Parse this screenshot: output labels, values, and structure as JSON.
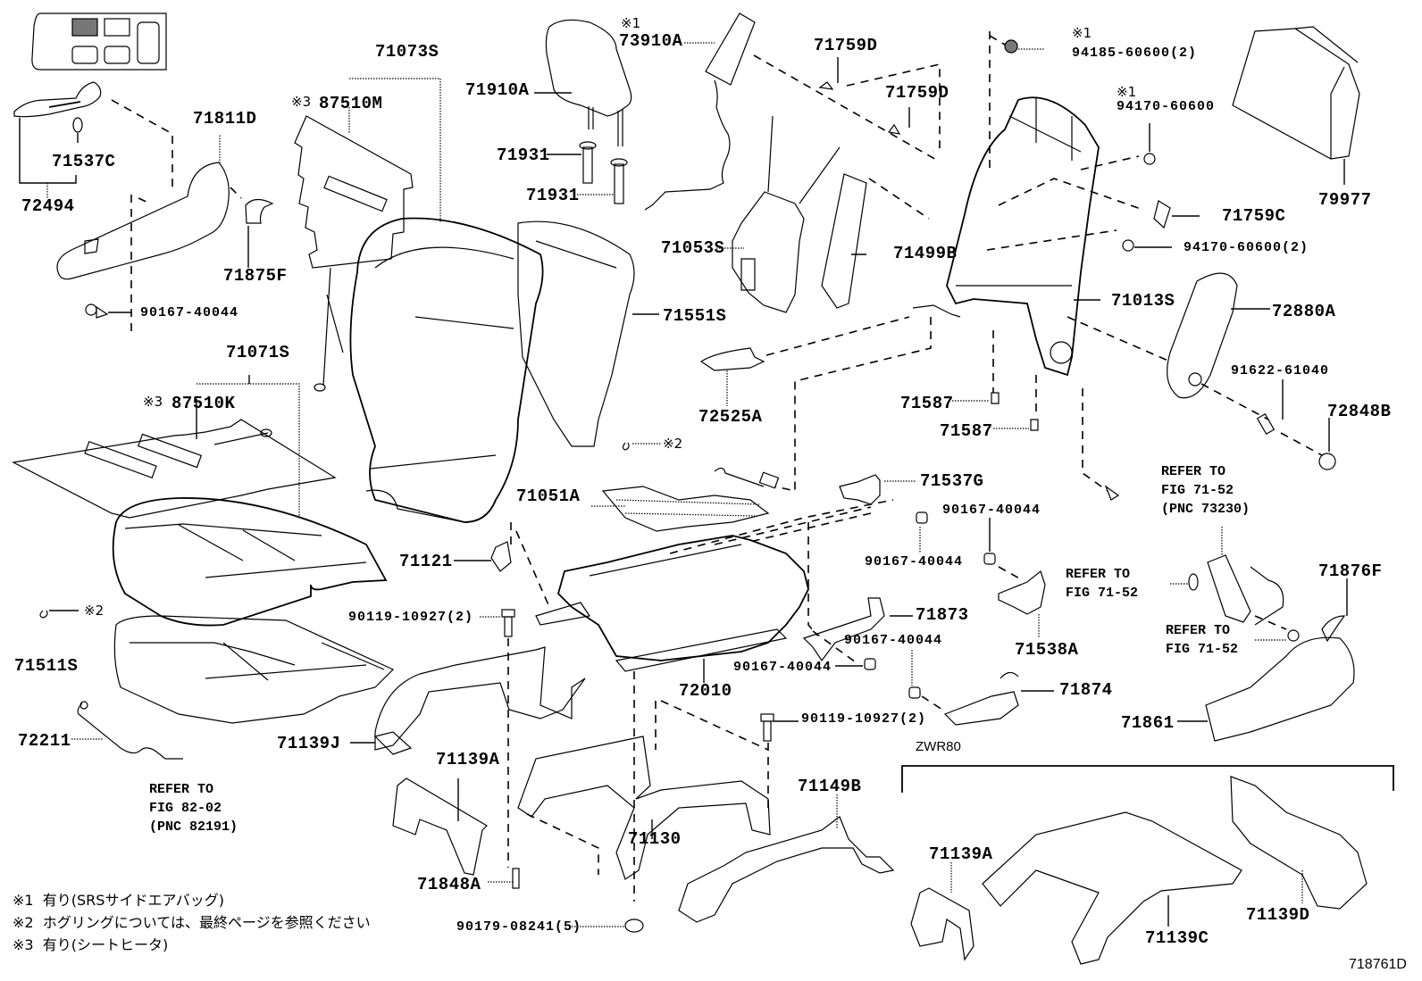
{
  "diagram": {
    "figure_id": "718761D",
    "variant_label": "ZWR80",
    "parts": {
      "p71073S": "71073S",
      "p87510M": "87510M",
      "p87510K": "87510K",
      "p71910A": "71910A",
      "p73910A": "73910A",
      "p71759D_1": "71759D",
      "p71759D_2": "71759D",
      "p94185": "94185-60600(2)",
      "p94170_a": "94170-60600",
      "p94170_b": "94170-60600(2)",
      "p79977": "79977",
      "p71811D": "71811D",
      "p71537C": "71537C",
      "p72494": "72494",
      "p71875F": "71875F",
      "p90167_a": "90167-40044",
      "p71931_1": "71931",
      "p71931_2": "71931",
      "p71053S": "71053S",
      "p71499B": "71499B",
      "p71759C": "71759C",
      "p71013S": "71013S",
      "p72880A": "72880A",
      "p91622": "91622-61040",
      "p72848B": "72848B",
      "p71551S": "71551S",
      "p72525A": "72525A",
      "p71587_1": "71587",
      "p71587_2": "71587",
      "p71071S": "71071S",
      "p71051A": "71051A",
      "p71537G": "71537G",
      "p90167_b": "90167-40044",
      "p90167_c": "90167-40044",
      "p71121": "71121",
      "p90119_a": "90119-10927(2)",
      "p71873": "71873",
      "p90167_d": "90167-40044",
      "p90167_e": "90167-40044",
      "p71538A": "71538A",
      "p71876F": "71876F",
      "p71511S": "71511S",
      "p72010": "72010",
      "p71874": "71874",
      "p90119_b": "90119-10927(2)",
      "p71861": "71861",
      "p72211": "72211",
      "p71139J": "71139J",
      "p71139A_1": "71139A",
      "p71130": "71130",
      "p71149B": "71149B",
      "p71848A": "71848A",
      "p90179": "90179-08241(5)",
      "p71139A_2": "71139A",
      "p71139C": "71139C",
      "p71139D": "71139D"
    },
    "marks": {
      "m1_73910A": "※1",
      "m1_94185": "※1",
      "m1_94170": "※1",
      "m3_87510M": "※3",
      "m3_87510K": "※3",
      "m2_a": "※2",
      "m2_b": "※2"
    },
    "refers": {
      "r_seatbelt": "REFER TO\nFIG 71-52\n(PNC 73230)",
      "r_fig7152_a": "REFER TO\nFIG 71-52",
      "r_fig7152_b": "REFER TO\nFIG 71-52",
      "r_fig8202": "REFER TO\nFIG 82-02\n(PNC 82191)"
    },
    "notes": [
      {
        "mark": "※1",
        "text": "有り(SRSサイドエアバッグ)"
      },
      {
        "mark": "※2",
        "text": "ホグリングについては、最終ページを参照ください"
      },
      {
        "mark": "※3",
        "text": "有り(シートヒータ)"
      }
    ]
  }
}
